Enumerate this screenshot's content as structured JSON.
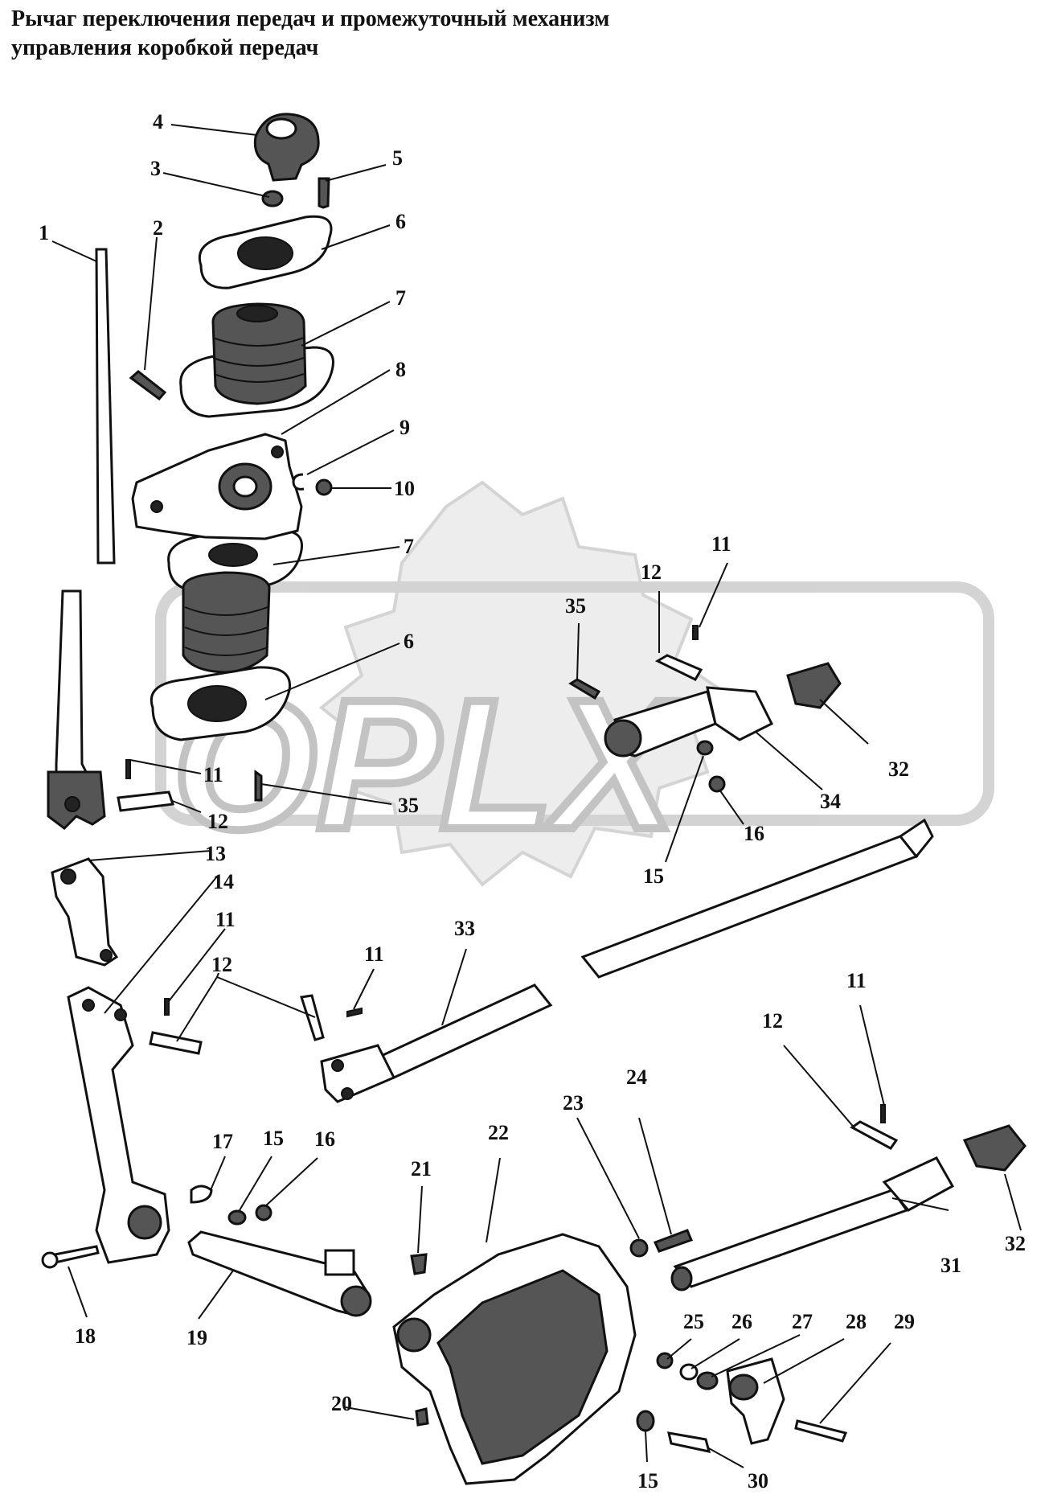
{
  "title": {
    "line1": "Рычаг переключения передач и промежуточный механизм",
    "line2": "управления коробкой передач"
  },
  "watermark": {
    "text": "OPLX",
    "color": "#c8c8c8"
  },
  "part_numbers": [
    "1",
    "2",
    "3",
    "4",
    "5",
    "6",
    "7",
    "8",
    "9",
    "10",
    "11",
    "12",
    "13",
    "14",
    "15",
    "16",
    "17",
    "18",
    "19",
    "20",
    "21",
    "22",
    "23",
    "24",
    "25",
    "26",
    "27",
    "28",
    "29",
    "30",
    "31",
    "32",
    "33",
    "34",
    "35"
  ],
  "callouts": {
    "c1": "1",
    "c2": "2",
    "c3": "3",
    "c4": "4",
    "c5": "5",
    "c6a": "6",
    "c6b": "6",
    "c7a": "7",
    "c7b": "7",
    "c8": "8",
    "c9": "9",
    "c10": "10",
    "c11a": "11",
    "c11b": "11",
    "c11c": "11",
    "c11d": "11",
    "c11e": "11",
    "c12a": "12",
    "c12b": "12",
    "c12c": "12",
    "c12d": "12",
    "c13": "13",
    "c14": "14",
    "c15a": "15",
    "c15b": "15",
    "c15c": "15",
    "c16a": "16",
    "c16b": "16",
    "c17": "17",
    "c18": "18",
    "c19": "19",
    "c20": "20",
    "c21": "21",
    "c22": "22",
    "c23": "23",
    "c24": "24",
    "c25": "25",
    "c26": "26",
    "c27": "27",
    "c28": "28",
    "c29": "29",
    "c30": "30",
    "c31": "31",
    "c32a": "32",
    "c32b": "32",
    "c33": "33",
    "c34": "34",
    "c35a": "35",
    "c35b": "35"
  }
}
